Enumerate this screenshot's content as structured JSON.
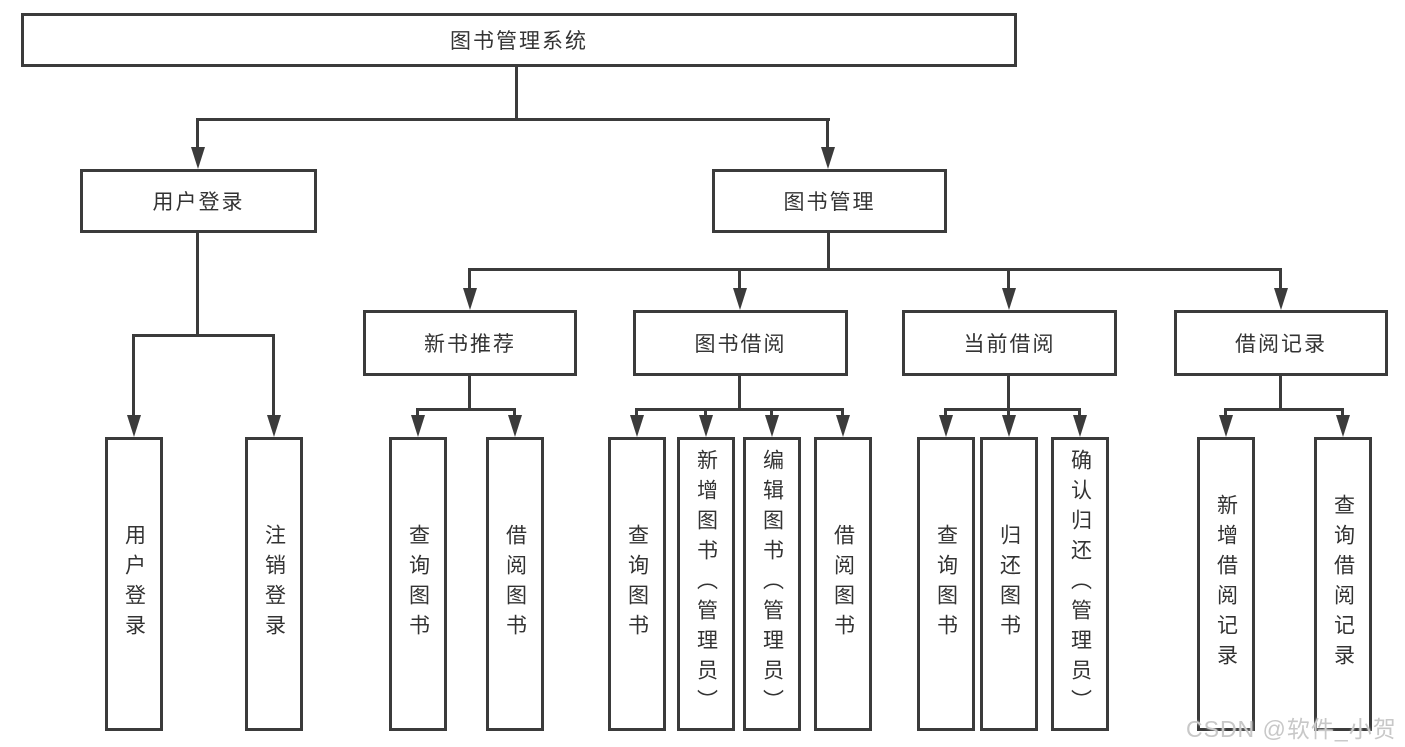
{
  "tree": {
    "root": "图书管理系统",
    "branches": [
      {
        "label": "用户登录",
        "children": [
          "用户登录",
          "注销登录"
        ]
      },
      {
        "label": "图书管理",
        "sections": [
          {
            "label": "新书推荐",
            "children": [
              "查询图书",
              "借阅图书"
            ]
          },
          {
            "label": "图书借阅",
            "children": [
              "查询图书",
              "新增图书（管理员）",
              "编辑图书（管理员）",
              "借阅图书"
            ]
          },
          {
            "label": "当前借阅",
            "children": [
              "查询图书",
              "归还图书",
              "确认归还（管理员）"
            ]
          },
          {
            "label": "借阅记录",
            "children": [
              "新增借阅记录",
              "查询借阅记录"
            ]
          }
        ]
      }
    ]
  },
  "watermark": "CSDN @软件_小贺同学",
  "colors": {
    "border": "#3b3b3b",
    "line": "#3b3b3b",
    "text": "#333333",
    "watermark": "#c8c8c8",
    "background": "#ffffff"
  }
}
